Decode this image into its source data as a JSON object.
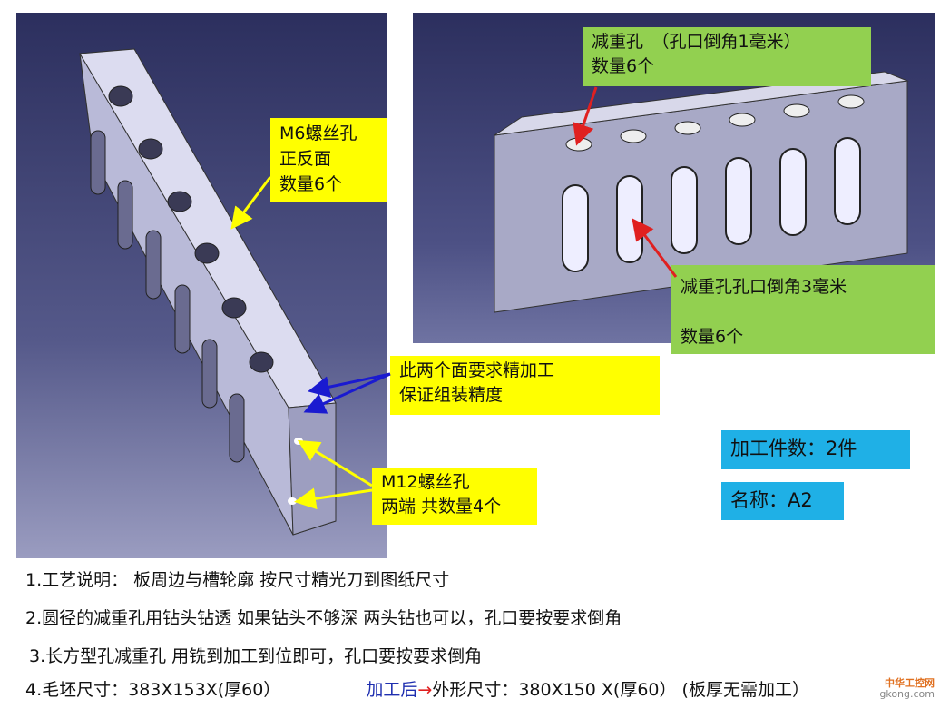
{
  "labels": {
    "m6": [
      "M6螺丝孔",
      "正反面",
      "数量6个"
    ],
    "round_holes": [
      "减重孔　（孔口倒角1毫米）",
      "数量6个"
    ],
    "slot_holes": [
      "减重孔孔口倒角3毫米",
      "数量6个"
    ],
    "finish_faces": [
      "此两个面要求精加工",
      "保证组装精度"
    ],
    "m12": [
      "M12螺丝孔",
      "两端 共数量4个"
    ],
    "quantity": "加工件数：2件",
    "name": "名称：A2"
  },
  "notes": {
    "n1": "1.工艺说明：  板周边与槽轮廓 按尺寸精光刀到图纸尺寸",
    "n2": "2.圆径的减重孔用钻头钻透 如果钻头不够深  两头钻也可以，孔口要按要求倒角",
    "n3": "3.长方型孔减重孔 用铣到加工到位即可，孔口要按要求倒角",
    "n4a": "4.毛坯尺寸：383X153X(厚60）",
    "n4b": "加工后",
    "n4arrow": "→",
    "n4c": "外形尺寸：380X150 X(厚60）   (板厚无需加工）"
  },
  "watermark": [
    "中华工控网",
    "gkong.com"
  ],
  "colors": {
    "yellow": "#ffff00",
    "green": "#92d050",
    "cyan": "#1fb0e6",
    "arrow_red": "#e02020",
    "arrow_blue": "#1a1ad0",
    "arrow_yellow": "#ffff00"
  }
}
